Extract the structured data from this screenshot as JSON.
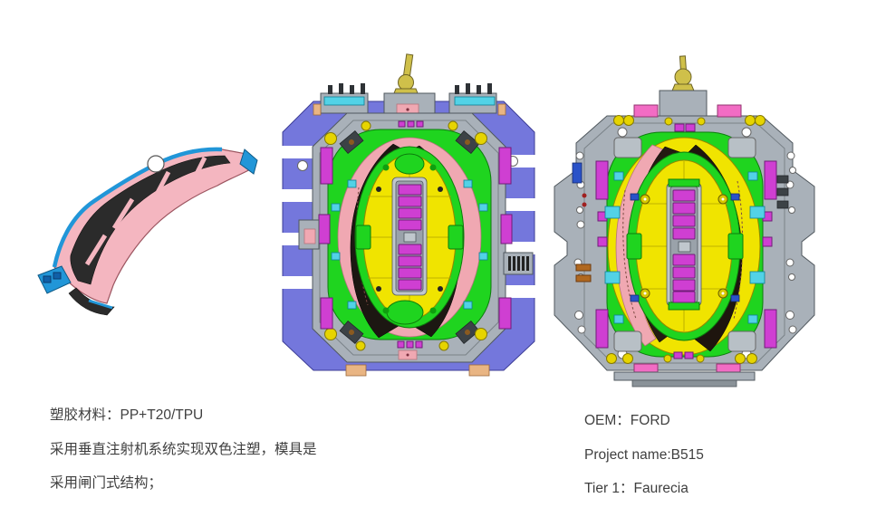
{
  "page": {
    "background": "#ffffff"
  },
  "notes_left": {
    "lines": [
      "塑胶材料：PP+T20/TPU",
      "采用垂直注射机系统实现双色注塑，模具是",
      "采用闸门式结构；"
    ]
  },
  "notes_right": {
    "lines": [
      "OEM：FORD",
      "Project name:B515",
      "Tier 1：Faurecia"
    ]
  },
  "figures": {
    "part": {
      "name": "two-shot molded trim part preview"
    },
    "mold_left": {
      "name": "two-color injection mold, top view A"
    },
    "mold_right": {
      "name": "two-color injection mold, top view B"
    }
  },
  "palette": {
    "page_bg": "#ffffff",
    "text": "#3f3f3f",
    "purple_plate": "#7477dc",
    "gray_plate": "#a9b1b9",
    "gray_dark": "#50585e",
    "green": "#1fd41f",
    "yellow": "#f0e400",
    "magenta": "#cf3fd2",
    "salmon": "#f0a8b2",
    "hot_pink": "#f26cc4",
    "black_band": "#1c1712",
    "cyan": "#52d2e6",
    "gold": "#cfc04a",
    "orange_foot": "#e9b583",
    "part_pink": "#f4b6c0",
    "part_dark": "#2b2b2b",
    "part_blue": "#2196d8",
    "red_dot": "#a02020",
    "blue_accent": "#2a52c8",
    "bolt_yellow": "#e6d400"
  }
}
